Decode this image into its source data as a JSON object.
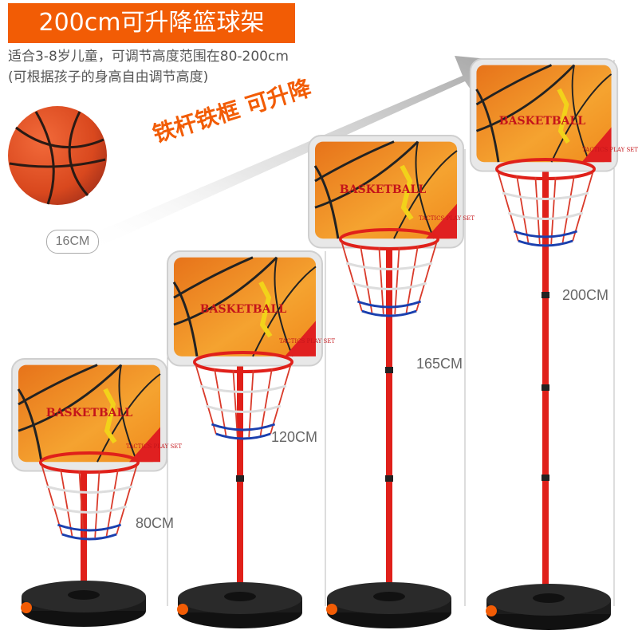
{
  "header": {
    "title": "200cm可升降篮球架",
    "line1": "适合3-8岁儿童，可调节高度范围在80-200cm",
    "line2": "(可根据孩子的身高自由调节高度)"
  },
  "slogan": "铁杆铁框 可升降",
  "ball": {
    "size_label": "16CM"
  },
  "stands": [
    {
      "height_label": "80CM",
      "board_text": "BASKETBALL",
      "board_small": "TACTICS PLAY SET"
    },
    {
      "height_label": "120CM",
      "board_text": "BASKETBALL",
      "board_small": "TACTICS PLAY SET"
    },
    {
      "height_label": "165CM",
      "board_text": "BASKETBALL",
      "board_small": "TACTICS PLAY SET"
    },
    {
      "height_label": "200CM",
      "board_text": "BASKETBALL",
      "board_small": "TACTICS PLAY SET"
    }
  ],
  "colors": {
    "accent": "#f25c05",
    "pole": "#e0201a",
    "board_orange": "#f08a1c",
    "net_blue": "#1a3fae"
  }
}
